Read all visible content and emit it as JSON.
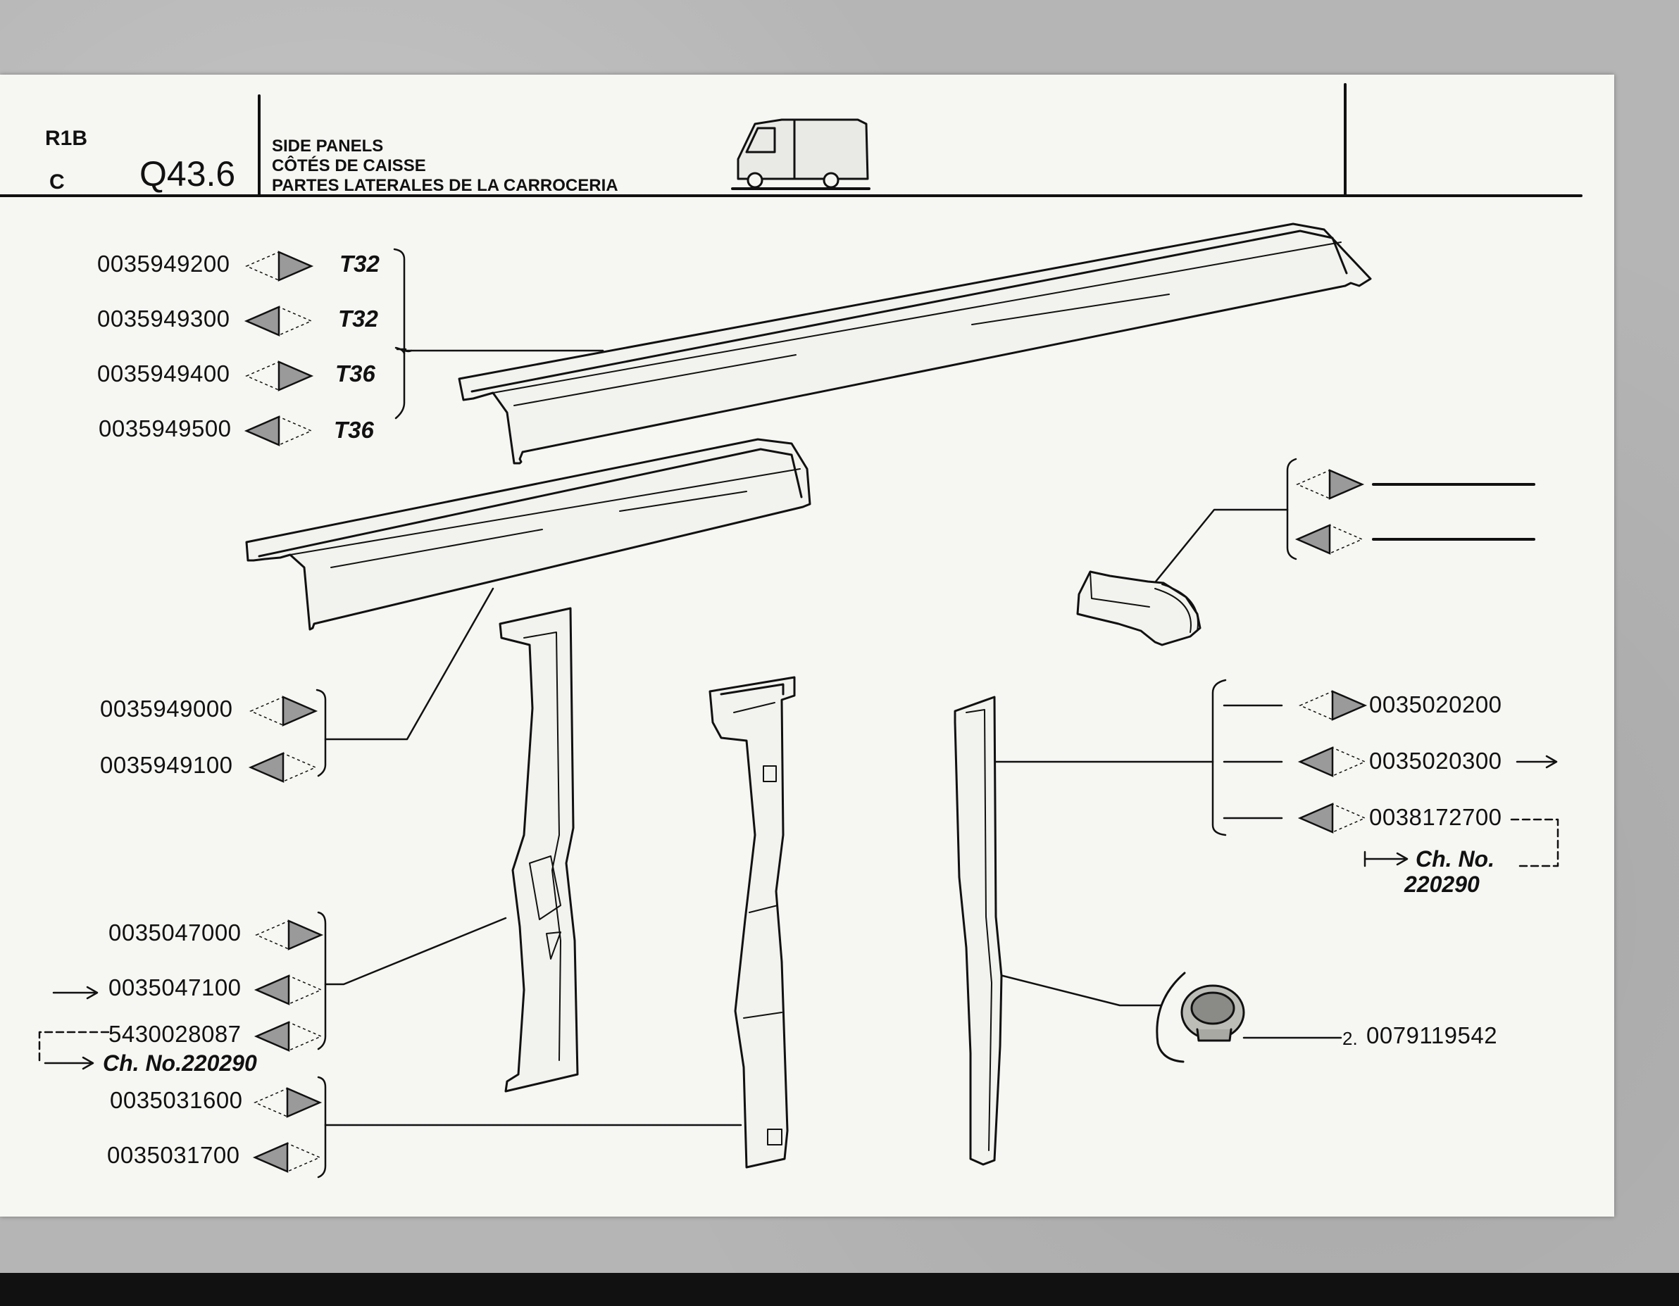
{
  "header": {
    "code_top": "R1B",
    "code_bottom": "C",
    "section": "Q43.6",
    "titles": [
      "SIDE PANELS",
      "CÔTÉS DE CAISSE",
      "PARTES LATERALES DE LA CARROCERIA"
    ],
    "vehicle_icon": "van-icon"
  },
  "groups": {
    "sill_rear": [
      {
        "part": "0035949200",
        "side": "right",
        "ref": "T32"
      },
      {
        "part": "0035949300",
        "side": "left",
        "ref": "T32"
      },
      {
        "part": "0035949400",
        "side": "right",
        "ref": "T36"
      },
      {
        "part": "0035949500",
        "side": "left",
        "ref": "T36"
      }
    ],
    "sill_front": [
      {
        "part": "0035949000",
        "side": "right"
      },
      {
        "part": "0035949100",
        "side": "left"
      }
    ],
    "pillar_b": [
      {
        "part": "0035047000",
        "side": "right"
      },
      {
        "part": "0035047100",
        "side": "left"
      },
      {
        "part": "5430028087",
        "side": "left"
      }
    ],
    "pillar_b_note": "Ch. No.220290",
    "pillar_c": [
      {
        "part": "0035031600",
        "side": "right"
      },
      {
        "part": "0035031700",
        "side": "left"
      }
    ],
    "wheel_arch": [
      {
        "side": "right"
      },
      {
        "side": "left"
      }
    ],
    "pillar_d": [
      {
        "part": "0035020200",
        "side": "right"
      },
      {
        "part": "0035020300",
        "side": "left"
      },
      {
        "part": "0038172700",
        "side": "left"
      }
    ],
    "pillar_d_note": [
      "Ch. No.",
      "220290"
    ],
    "grommet": {
      "qty": "2.",
      "part": "0079119542"
    }
  },
  "colors": {
    "ink": "#111111",
    "paper": "#f6f6f3",
    "arrow_fill": "#9a9a9a"
  }
}
